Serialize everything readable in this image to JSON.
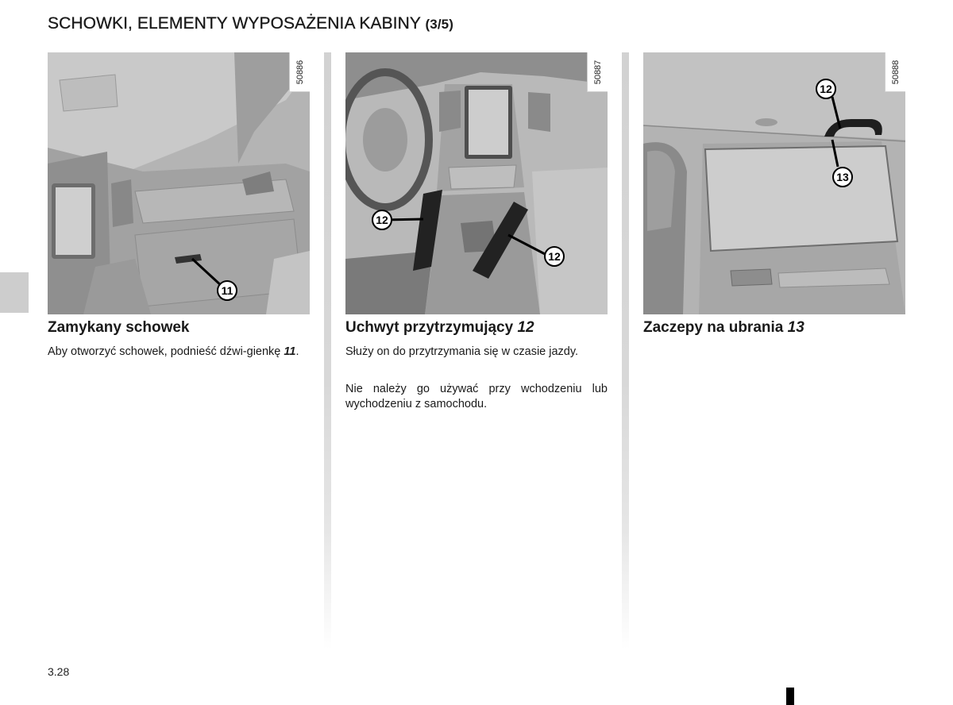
{
  "header": {
    "title": "SCHOWKI, ELEMENTY WYPOSAŻENIA KABINY",
    "title_suffix": "(3/5)"
  },
  "figures": [
    {
      "ref": "50886",
      "callouts": [
        "11"
      ]
    },
    {
      "ref": "50887",
      "callouts": [
        "12",
        "12"
      ]
    },
    {
      "ref": "50888",
      "callouts": [
        "12",
        "13"
      ]
    }
  ],
  "sections": [
    {
      "heading": "Zamykany schowek",
      "paragraphs": [
        {
          "text": "Aby otworzyć schowek, podnieść dźwi-gienkę ",
          "ref": "11",
          "end": "."
        }
      ]
    },
    {
      "heading": "Uchwyt przytrzymujący ",
      "heading_ref": "12",
      "paragraphs": [
        {
          "text": "Służy on do przytrzymania się w czasie jazdy."
        },
        {
          "text": "Nie należy go używać przy wchodzeniu lub wychodzeniu z samochodu."
        }
      ]
    },
    {
      "heading": "Zaczepy na ubrania ",
      "heading_ref": "13",
      "paragraphs": []
    }
  ],
  "footer": {
    "page_number": "3.28"
  },
  "colors": {
    "side_tab": "#cdcdcd",
    "divider": "#d4d4d4",
    "illustration_bg": "#a9a9a9"
  }
}
